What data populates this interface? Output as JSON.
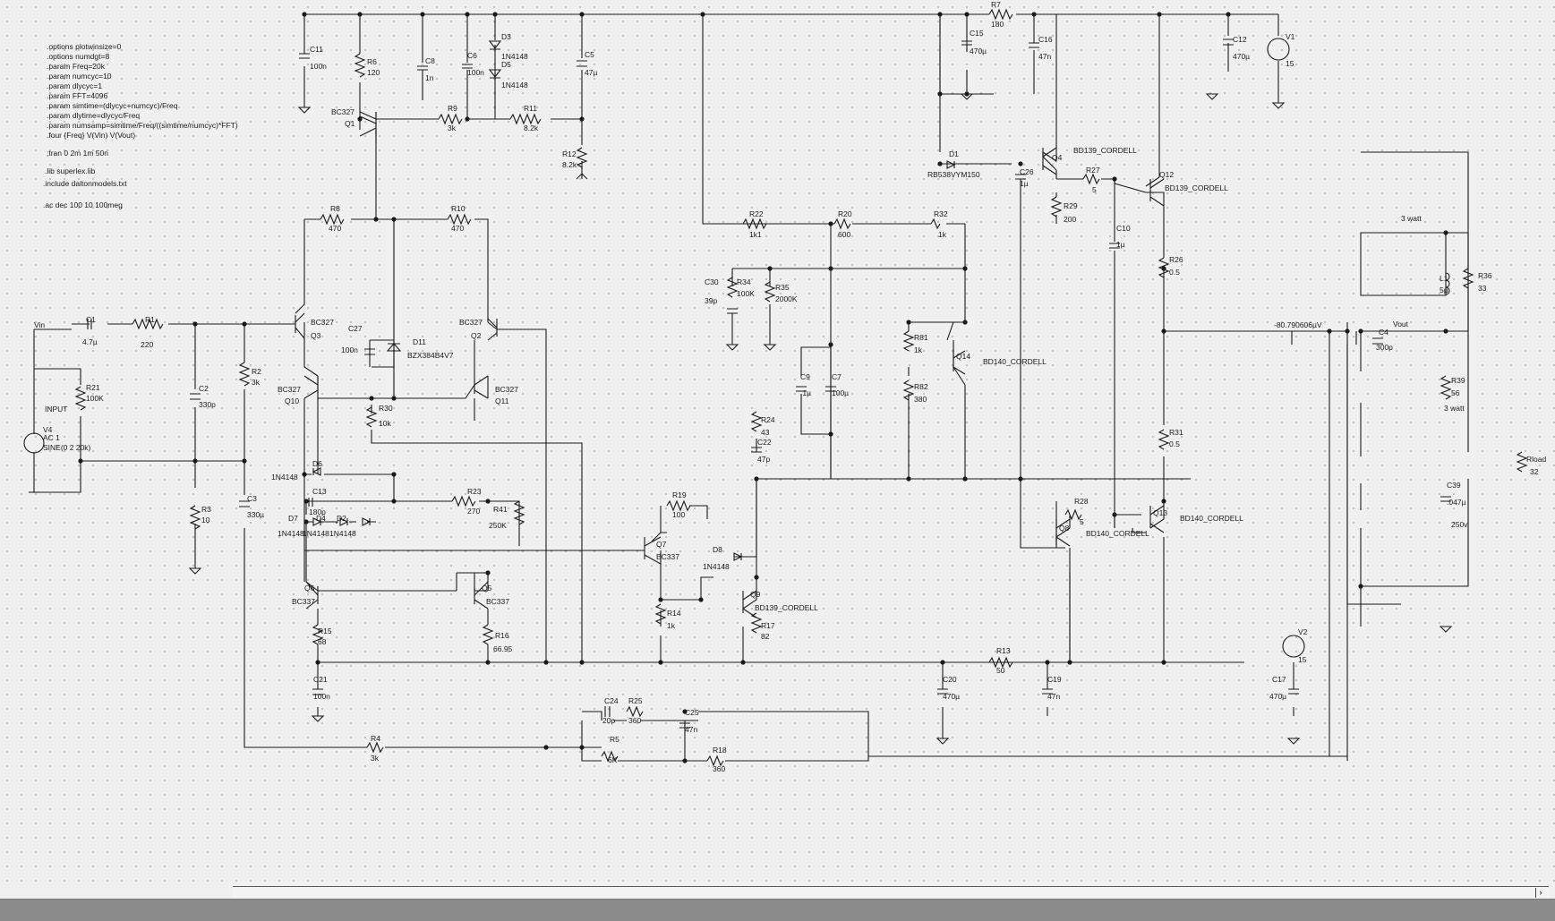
{
  "directives": [
    ".options plotwinsize=0",
    ".options numdgt=8",
    ".param Freq=20k",
    ".param numcyc=10",
    ".param dlycyc=1",
    ".param FFT=4096",
    ".param simtime=(dlycyc+numcyc)/Freq",
    ".param dlytime=dlycyc/Freq",
    ".param numsamp=simtime/Freq/((simtime/numcyc)*FFT)",
    ".four {Freq} V(Vin) V(Vout)",
    ";tran 0 2m 1m 50n",
    ".lib superlex.lib",
    ".include daltonmodels.txt",
    ".ac dec 100 10 100meg"
  ],
  "components": [
    {
      "ref": "C11",
      "val": "100n"
    },
    {
      "ref": "R6",
      "val": "120"
    },
    {
      "ref": "C8",
      "val": "1n"
    },
    {
      "ref": "C6",
      "val": "100n"
    },
    {
      "ref": "D3",
      "val": "1N4148"
    },
    {
      "ref": "D5",
      "val": "1N4148"
    },
    {
      "ref": "C5",
      "val": "47µ"
    },
    {
      "ref": "Q1",
      "val": "BC327"
    },
    {
      "ref": "R9",
      "val": "3k"
    },
    {
      "ref": "R11",
      "val": "8.2k"
    },
    {
      "ref": "R12",
      "val": "8.2k"
    },
    {
      "ref": "R8",
      "val": "470"
    },
    {
      "ref": "R10",
      "val": "470"
    },
    {
      "ref": "C1",
      "val": "4.7µ"
    },
    {
      "ref": "R1",
      "val": "220"
    },
    {
      "ref": "R21",
      "val": "100K"
    },
    {
      "ref": "V4",
      "val": "AC 1"
    },
    {
      "ref": "V4_src",
      "val": "SINE(0 2 20k)"
    },
    {
      "ref": "C2",
      "val": "330p"
    },
    {
      "ref": "R2",
      "val": "3k"
    },
    {
      "ref": "R3",
      "val": "10"
    },
    {
      "ref": "C3",
      "val": "330µ"
    },
    {
      "ref": "Q3",
      "val": "BC327"
    },
    {
      "ref": "Q10",
      "val": "BC327"
    },
    {
      "ref": "C27",
      "val": "100n"
    },
    {
      "ref": "D11",
      "val": "BZX384B4V7"
    },
    {
      "ref": "Q2",
      "val": "BC327"
    },
    {
      "ref": "Q11",
      "val": "BC327"
    },
    {
      "ref": "R30",
      "val": "10k"
    },
    {
      "ref": "D6",
      "val": "1N4148"
    },
    {
      "ref": "C13",
      "val": "180p"
    },
    {
      "ref": "D7",
      "val": "1N4148"
    },
    {
      "ref": "D4",
      "val": "1N4148"
    },
    {
      "ref": "D2",
      "val": ""
    },
    {
      "ref": "R23",
      "val": "270"
    },
    {
      "ref": "R41",
      "val": "250K"
    },
    {
      "ref": "Q6",
      "val": "BC337"
    },
    {
      "ref": "Q5",
      "val": "BC337"
    },
    {
      "ref": "R15",
      "val": "68"
    },
    {
      "ref": "R16",
      "val": "66.95"
    },
    {
      "ref": "C21",
      "val": "100n"
    },
    {
      "ref": "R4",
      "val": "3k"
    },
    {
      "ref": "R19",
      "val": "100"
    },
    {
      "ref": "Q7",
      "val": "BC337"
    },
    {
      "ref": "R14",
      "val": "1k"
    },
    {
      "ref": "D8",
      "val": "1N4148"
    },
    {
      "ref": "Q9",
      "val": "BD139_CORDELL"
    },
    {
      "ref": "R17",
      "val": "82"
    },
    {
      "ref": "R24",
      "val": "43"
    },
    {
      "ref": "C22",
      "val": "47p"
    },
    {
      "ref": "C24",
      "val": "20p"
    },
    {
      "ref": "R25",
      "val": "360"
    },
    {
      "ref": "C25",
      "val": "47n"
    },
    {
      "ref": "R5",
      "val": "6K"
    },
    {
      "ref": "R18",
      "val": "360"
    },
    {
      "ref": "R22",
      "val": "1k1"
    },
    {
      "ref": "R20",
      "val": "600"
    },
    {
      "ref": "R32",
      "val": "1k"
    },
    {
      "ref": "C30",
      "val": "39p"
    },
    {
      "ref": "R34",
      "val": "100K"
    },
    {
      "ref": "R35",
      "val": "2000K"
    },
    {
      "ref": "C9",
      "val": ".1µ"
    },
    {
      "ref": "C7",
      "val": "100µ"
    },
    {
      "ref": "R81",
      "val": "1k"
    },
    {
      "ref": "R82",
      "val": "380"
    },
    {
      "ref": "Q14",
      "val": "BD140_CORDELL"
    },
    {
      "ref": "R7",
      "val": "180"
    },
    {
      "ref": "C15",
      "val": "470µ"
    },
    {
      "ref": "C16",
      "val": "47n"
    },
    {
      "ref": "C12",
      "val": "470µ"
    },
    {
      "ref": "V1",
      "val": "15"
    },
    {
      "ref": "D1",
      "val": "RB538VYM150"
    },
    {
      "ref": "C26",
      "val": "1µ"
    },
    {
      "ref": "Q4",
      "val": "BD139_CORDELL"
    },
    {
      "ref": "R27",
      "val": "5"
    },
    {
      "ref": "Q12",
      "val": "BD139_CORDELL"
    },
    {
      "ref": "R29",
      "val": "200"
    },
    {
      "ref": "C10",
      "val": "1µ"
    },
    {
      "ref": "R26",
      "val": "0.5"
    },
    {
      "ref": "R31",
      "val": "0.5"
    },
    {
      "ref": "Q8",
      "val": "BD140_CORDELL"
    },
    {
      "ref": "R28",
      "val": "5"
    },
    {
      "ref": "Q13",
      "val": "BD140_CORDELL"
    },
    {
      "ref": "R13",
      "val": "50"
    },
    {
      "ref": "C20",
      "val": "470µ"
    },
    {
      "ref": "C19",
      "val": "47n"
    },
    {
      "ref": "C17",
      "val": "470µ"
    },
    {
      "ref": "V2",
      "val": "15"
    },
    {
      "ref": "C4",
      "val": "300p"
    },
    {
      "ref": "L1",
      "val": "5µ"
    },
    {
      "ref": "R36",
      "val": "33"
    },
    {
      "ref": "R39",
      "val": "56"
    },
    {
      "ref": "C39",
      "val": ".047µ"
    },
    {
      "ref": "Rload",
      "val": "32"
    }
  ],
  "nets": {
    "vin": "Vin",
    "vout": "Vout",
    "input": "INPUT",
    "probe_voltage": "-80.790606µV",
    "watt_top": "3 watt",
    "watt_mid": "3 watt",
    "c39_rating": "250v"
  },
  "colors": {
    "background": "#f0f0f0",
    "wire": "#1a1a1a",
    "grid_dot": "#9a9a9a",
    "statusbar": "#8c8c8c"
  }
}
